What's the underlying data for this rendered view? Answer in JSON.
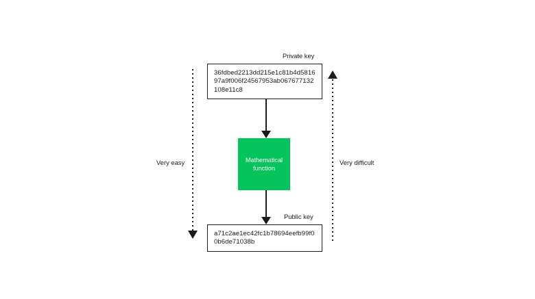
{
  "diagram": {
    "private_key": {
      "caption": "Private key",
      "value": "36fdbed2213dd215e1c81b4d581697a9f006f24567953ab067677132108e11c8"
    },
    "function_block": {
      "label": "Mathematical\nfunction",
      "color": "#05c45c",
      "text_color": "#ffffff"
    },
    "public_key": {
      "caption": "Public key",
      "value": "a71c2ae1ec42fc1b78694eefb99f00b6de71038b"
    },
    "rails": {
      "left": {
        "label": "Very easy",
        "direction": "down"
      },
      "right": {
        "label": "Very difficult",
        "direction": "up"
      }
    },
    "stroke_color": "#1b1b1b",
    "background": "#ffffff"
  }
}
